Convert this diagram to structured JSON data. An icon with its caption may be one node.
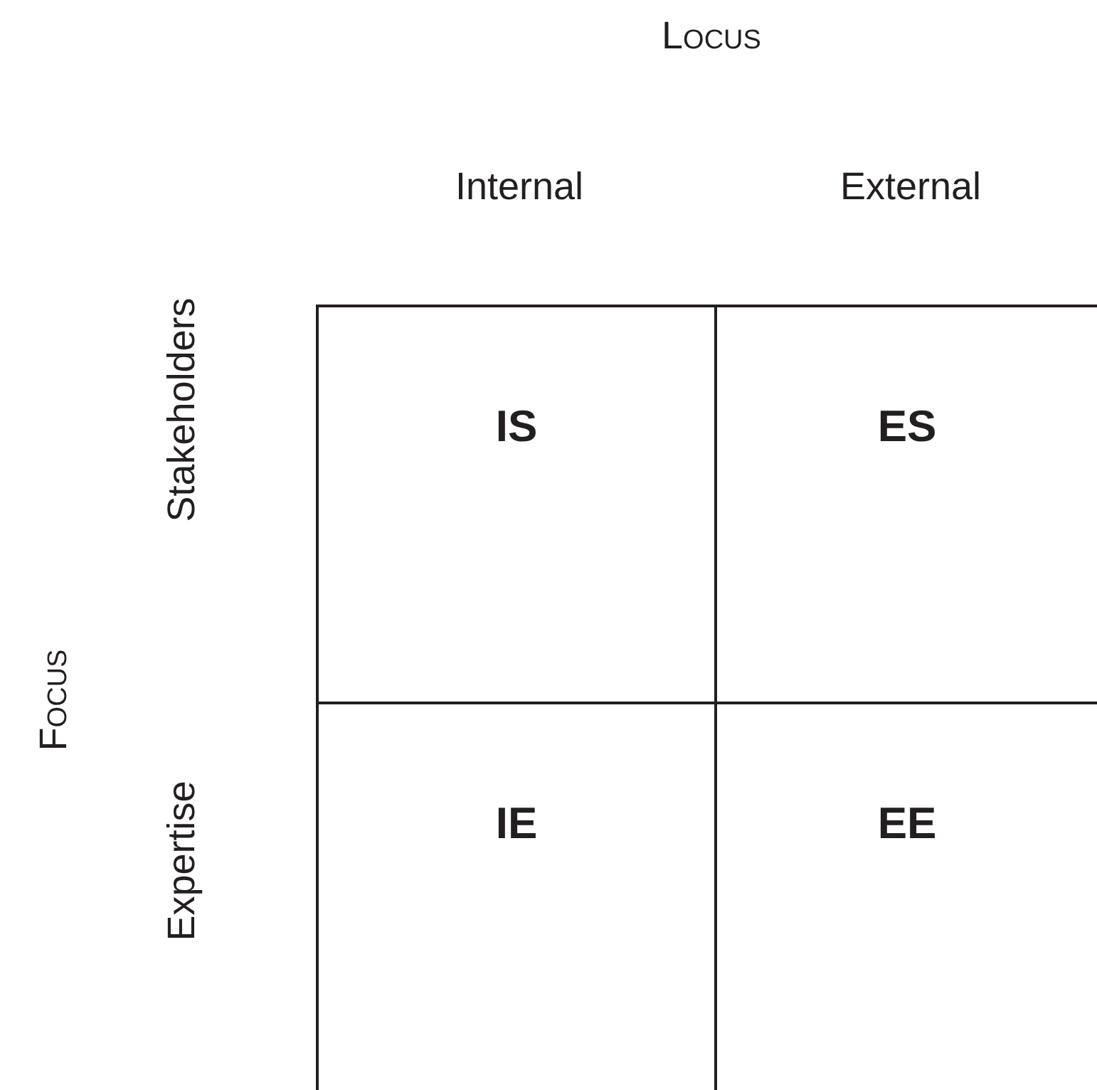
{
  "diagram": {
    "nodes": [
      {
        "text": [
          "IS"
        ]
      },
      {
        "text": [
          "ES"
        ]
      },
      {
        "text": [
          "IE"
        ]
      },
      {
        "text": [
          "EE"
        ]
      }
    ],
    "labels": [
      "Locus",
      "Internal",
      "External",
      "Stakeholders",
      "Focus",
      "Expertise"
    ]
  }
}
